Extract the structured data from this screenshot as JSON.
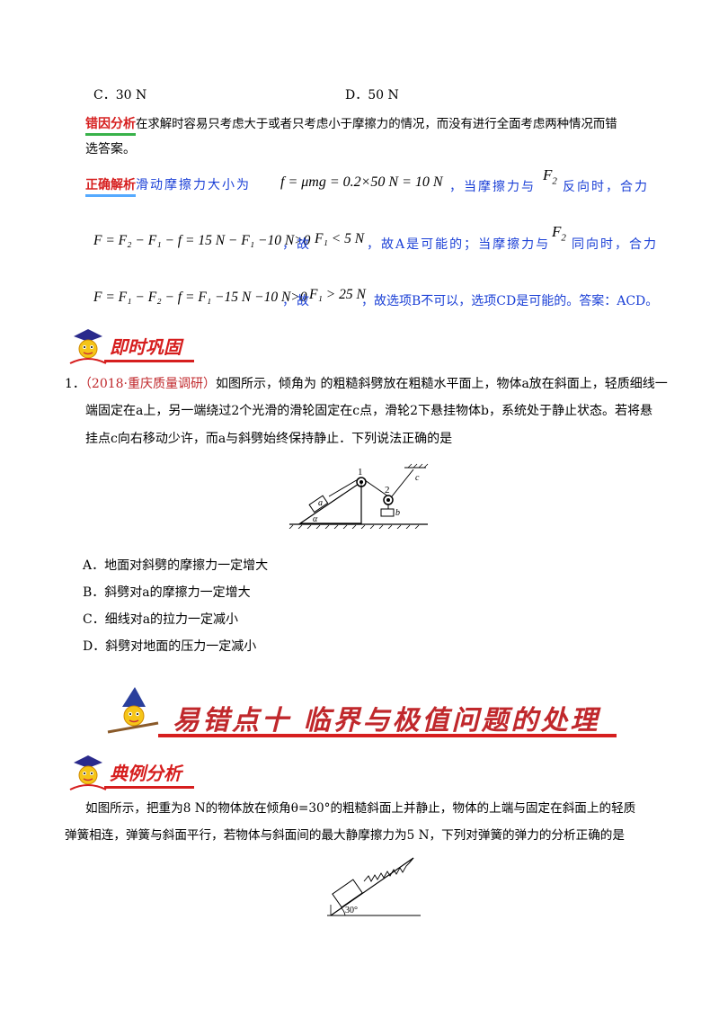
{
  "options_top": {
    "c": "C．30 N",
    "d": "D．50 N"
  },
  "error_analysis": {
    "tag": "错因分析",
    "line1": "在求解时容易只考虑大于或者只考虑小于摩擦力的情况，而没有进行全面考虑两种情况而错",
    "line2": "选答案。"
  },
  "solution": {
    "tag": "正确解析",
    "l1_a": "滑动摩擦力大小为",
    "l1_formula": "f = μmg = 0.2×50 N = 10 N",
    "l1_b": "，当摩擦力与",
    "l1_var": "F",
    "l1_sub": "2",
    "l1_c": "反向时，合力",
    "l2_formula": "F = F₂ − F₁ − f = 15 N − F₁ −10 N>0",
    "l2_a": "，故",
    "l2_cond": "F₁ < 5 N",
    "l2_b": "，故A是可能的；当摩擦力与",
    "l2_var": "F",
    "l2_sub": "2",
    "l2_c": "同向时，合力",
    "l3_formula": "F = F₁ − F₂ − f = F₁ −15 N −10 N>0",
    "l3_a": "，故",
    "l3_cond": "F₁ > 25 N",
    "l3_b": "，故选项B不可以，选项CD是可能的。答案：ACD。"
  },
  "section1": {
    "heading": "即时巩固"
  },
  "question1": {
    "number": "1．",
    "source": "（2018·重庆质量调研）",
    "line1": "如图所示，倾角为   的粗糙斜劈放在粗糙水平面上，物体a放在斜面上，轻质细线一",
    "line2": "端固定在a上，另一端绕过2个光滑的滑轮固定在c点，滑轮2下悬挂物体b，系统处于静止状态。若将悬",
    "line3": "挂点c向右移动少许，而a与斜劈始终保持静止．下列说法正确的是",
    "options": [
      "A．地面对斜劈的摩擦力一定增大",
      "B．斜劈对a的摩擦力一定增大",
      "C．细线对a的拉力一定减小",
      "D．斜劈对地面的压力一定减小"
    ],
    "fig_labels": {
      "p1": "1",
      "p2": "2",
      "a": "a",
      "b": "b",
      "c": "c",
      "alpha": "α"
    }
  },
  "banner": {
    "title": "易错点十  临界与极值问题的处理"
  },
  "section2": {
    "heading": "典例分析"
  },
  "example": {
    "line1": "如图所示，把重为8 N的物体放在倾角θ=30°的粗糙斜面上并静止，物体的上端与固定在斜面上的轻质",
    "line2": "弹簧相连，弹簧与斜面平行，若物体与斜面间的最大静摩擦力为5 N，下列对弹簧的弹力的分析正确的是",
    "angle_label": "30°"
  },
  "colors": {
    "red": "#d61e1e",
    "blue_text": "#1a3fd6",
    "banner_red": "#c0282c"
  }
}
